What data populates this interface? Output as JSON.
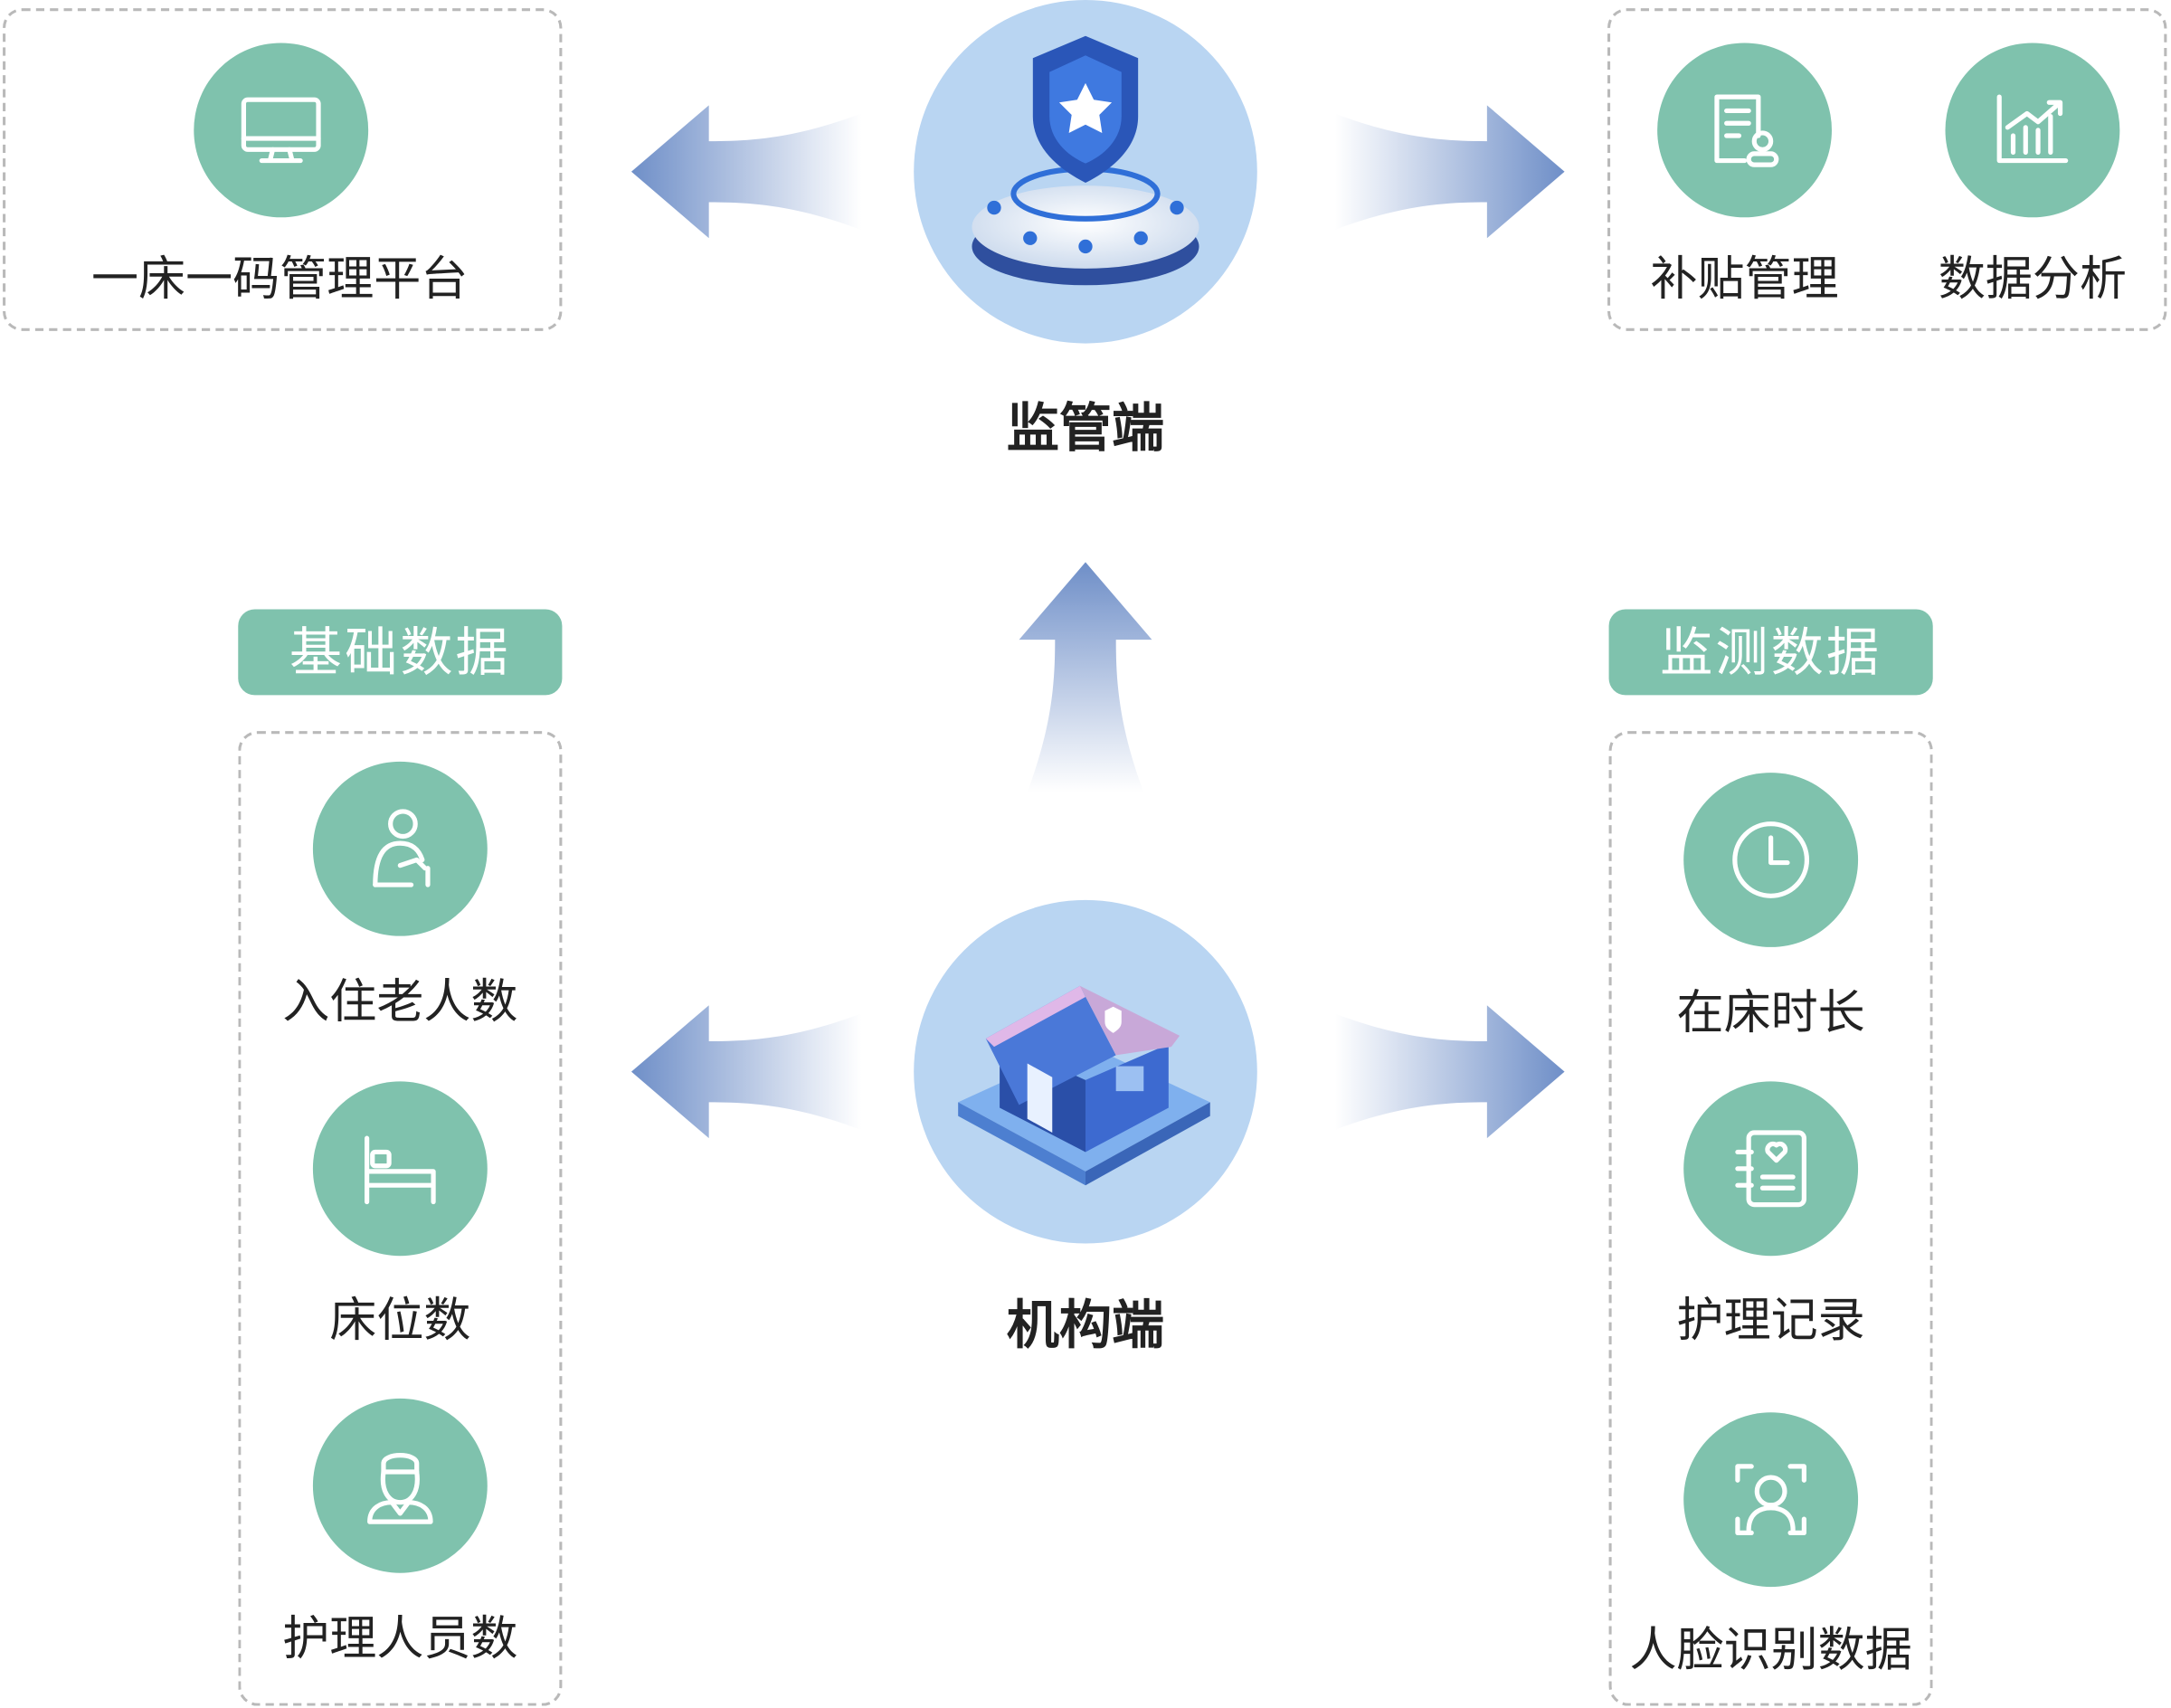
{
  "hubs": {
    "supervision": {
      "label": "监管端"
    },
    "institution": {
      "label": "机构端"
    }
  },
  "supervision_left": {
    "items": [
      {
        "label": "一床一码管理平台",
        "icon": "monitor-icon"
      }
    ]
  },
  "supervision_right": {
    "items": [
      {
        "label": "补贴管理",
        "icon": "subsidy-document-icon"
      },
      {
        "label": "数据分析",
        "icon": "bar-chart-icon"
      }
    ]
  },
  "basic_data": {
    "title": "基础数据",
    "items": [
      {
        "label": "入住老人数",
        "icon": "elderly-person-icon"
      },
      {
        "label": "床位数",
        "icon": "bed-icon"
      },
      {
        "label": "护理人员数",
        "icon": "nurse-icon"
      }
    ]
  },
  "monitoring_data": {
    "title": "监测数据",
    "items": [
      {
        "label": "在床时长",
        "icon": "clock-icon"
      },
      {
        "label": "护理记录",
        "icon": "care-record-icon"
      },
      {
        "label": "人脸识别数据",
        "icon": "face-recognition-icon"
      }
    ]
  },
  "colors": {
    "accent": "#7fc2ad",
    "hub": "#b9d5f2",
    "arrow": "#6f8fc8"
  }
}
